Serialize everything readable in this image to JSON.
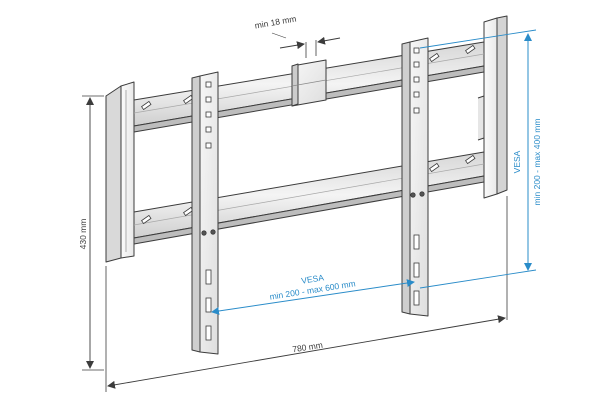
{
  "diagram": {
    "type": "technical-drawing",
    "subject": "TV wall mount bracket",
    "dimensions": {
      "height": "430 mm",
      "width": "780 mm",
      "min_gap": "min 18 mm"
    },
    "vesa_horizontal": {
      "label": "VESA",
      "range": "min 200 - max 600 mm"
    },
    "vesa_vertical": {
      "label": "VESA",
      "range": "min 200 - max 400 mm"
    }
  },
  "colors": {
    "line": "#3c3c3c",
    "fill_light": "#f4f4f4",
    "fill_mid": "#e2e2e2",
    "fill_dark": "#c9c9c9",
    "accent": "#2a8cc9"
  }
}
